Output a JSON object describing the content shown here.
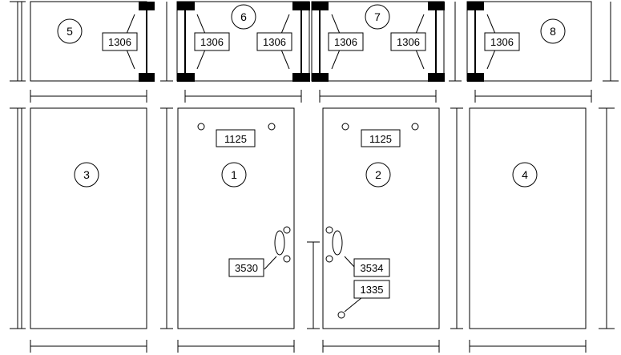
{
  "panels": {
    "p1": "1",
    "p2": "2",
    "p3": "3",
    "p4": "4",
    "p5": "5",
    "p6": "6",
    "p7": "7",
    "p8": "8"
  },
  "tags": {
    "hinge_5": "1306",
    "hinge_6a": "1306",
    "hinge_6b": "1306",
    "hinge_7a": "1306",
    "hinge_7b": "1306",
    "hinge_8": "1306",
    "top_1": "1125",
    "top_2": "1125",
    "handle_1": "3530",
    "handle_2": "3534",
    "lock_2": "1335"
  }
}
